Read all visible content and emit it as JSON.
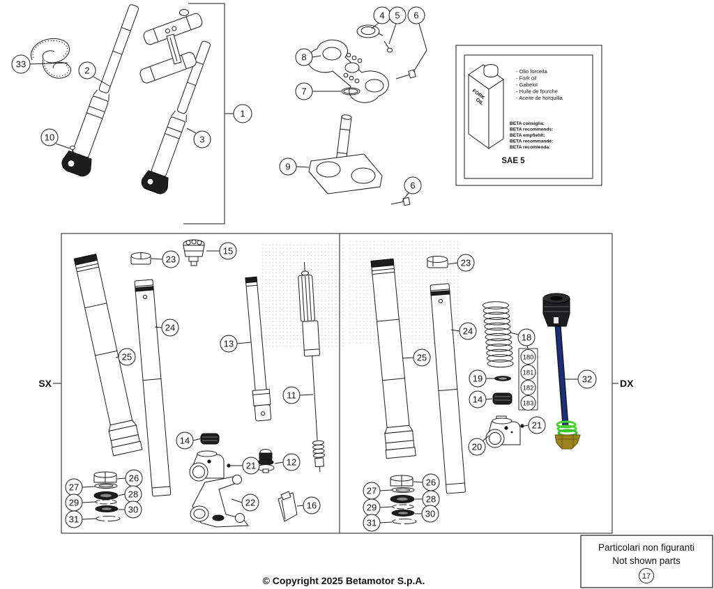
{
  "side_labels": {
    "left": "SX",
    "right": "DX"
  },
  "oil_box": {
    "bottle_lines": [
      "FORK",
      "OIL"
    ],
    "oil_names": [
      "- Olio forcella",
      "- Fork oil",
      "- Gabelol",
      "- Huile de fourche",
      "- Aceite de horquilla"
    ],
    "recommend_lines": [
      "BETA consiglia:",
      "BETA recommends:",
      "BETA empfiehlt:",
      "BETA recommandé:",
      "BETA recomienda:"
    ],
    "grade": "SAE 5"
  },
  "not_shown": {
    "line1": "Particolari non figuranti",
    "line2": "Not shown parts"
  },
  "copyright": "© Copyright 2025 Betamotor S.p.A.",
  "callouts": {
    "n1": "1",
    "n2": "2",
    "n3": "3",
    "n4": "4",
    "n5": "5",
    "n6": "6",
    "n7": "7",
    "n8": "8",
    "n9": "9",
    "n10": "10",
    "n11": "11",
    "n12": "12",
    "n13": "13",
    "n14": "14",
    "n15": "15",
    "n16": "16",
    "n17": "17",
    "n18": "18",
    "n19": "19",
    "n20": "20",
    "n21": "21",
    "n22": "22",
    "n23": "23",
    "n24": "24",
    "n25": "25",
    "n26": "26",
    "n27": "27",
    "n28": "28",
    "n29": "29",
    "n30": "30",
    "n31": "31",
    "n32": "32",
    "n33": "33",
    "n180": "180",
    "n181": "181",
    "n182": "182",
    "n183": "183"
  },
  "colors": {
    "rod_blue": "#1f2f72",
    "spring_green": "#46d335",
    "foot_brass": "#9b831f",
    "cap_black": "#1d1d1f"
  }
}
